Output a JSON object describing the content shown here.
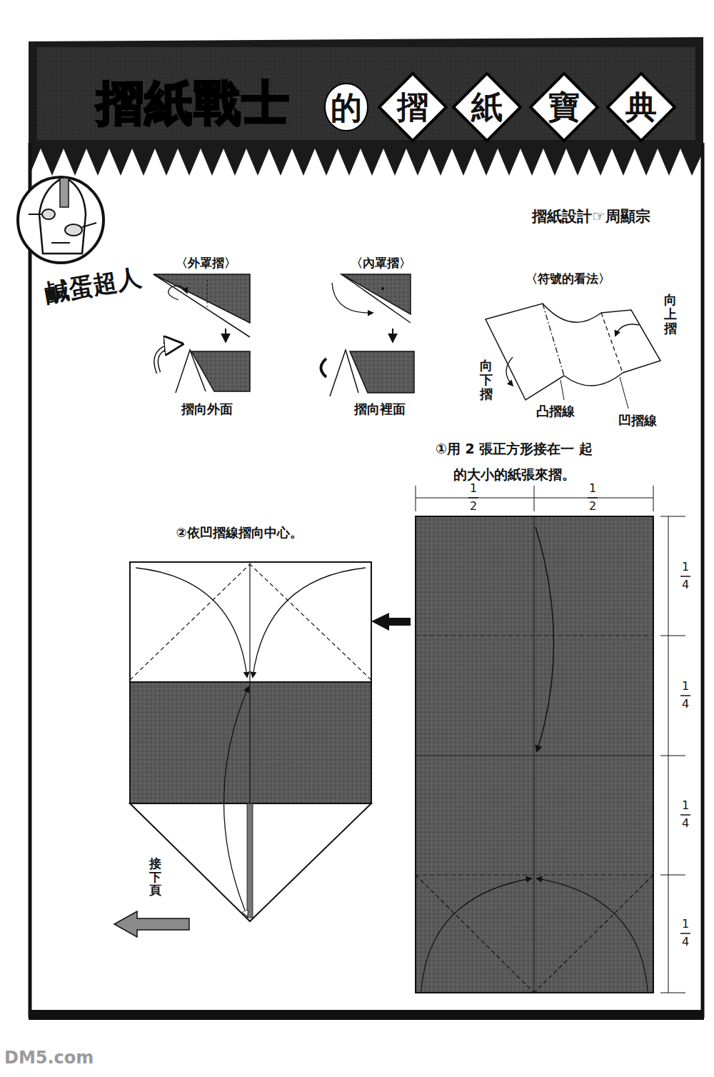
{
  "diagram": {
    "title": "摺紙戰士",
    "nodes": [
      {
        "text": [
          "摺"
        ]
      },
      {
        "text": [
          "紙"
        ]
      },
      {
        "text": [
          "寶"
        ]
      },
      {
        "text": [
          "典"
        ]
      }
    ],
    "labels": [
      "的",
      "摺紙設計☞周顯宗",
      "鹹蛋超人",
      "〈外罩摺〉",
      "〈內罩摺〉",
      "〈符號的看法〉",
      "摺向外面",
      "摺向裡面",
      "向上摺",
      "向下摺",
      "凸摺線",
      "凹摺線",
      "①用 2 張正方形接在一 起的大小的紙張來摺。",
      "②依凹摺線摺向中心。",
      "1",
      "2",
      "1",
      "2",
      "1",
      "4",
      "1",
      "4",
      "1",
      "4",
      "1",
      "4",
      "接下頁",
      "DM5.com"
    ]
  }
}
